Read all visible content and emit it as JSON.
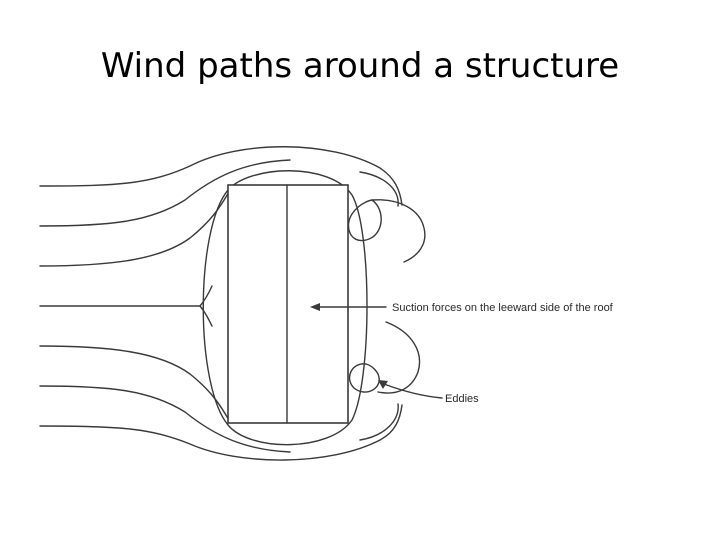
{
  "slide": {
    "title": "Wind paths around a structure"
  },
  "diagram": {
    "annotations": {
      "suction": "Suction forces on the leeward side of the roof",
      "eddies": "Eddies"
    },
    "colors": {
      "line": "#3a3a3a",
      "text": "#2a2a2a",
      "background": "#ffffff"
    }
  }
}
